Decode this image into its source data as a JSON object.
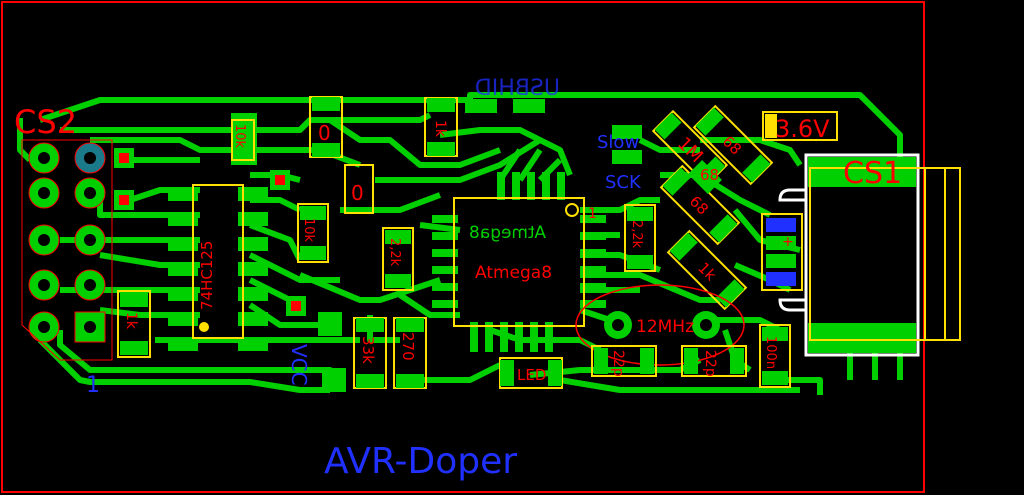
{
  "board": {
    "title": "AVR-Doper",
    "connectors": {
      "left": "CS2",
      "right": "CS1",
      "pin1_marker": "1"
    },
    "voltage_label": "3.6V",
    "jumper_labels": {
      "slow": "Slow",
      "sck": "SCK",
      "usbhid": "USBHID",
      "vcc": "VCC",
      "plus": "+"
    },
    "mcu": {
      "top_label": "Atmega8",
      "bottom_label": "Atmega8",
      "pin1": "1"
    },
    "ic_74hc": "74HC125",
    "crystal": "12MHz",
    "led": "LED",
    "resistors": {
      "r_10k_top": "10k",
      "r_1k_top": "1k",
      "r_0_a": "0",
      "r_0_b": "0",
      "r_10k_mid": "10k",
      "r_2k2_mid": "2,2k",
      "r_1k_left": "1k",
      "r_33k": "33k",
      "r_270": "270",
      "r_2k2_right": "2,2k",
      "r_68_a": "68",
      "r_68_b": "68",
      "r_68_c": "68",
      "r_1M": "1M",
      "r_1k_right": "1k"
    },
    "capacitors": {
      "c_22p_a": "22p",
      "c_22p_b": "22p",
      "c_100n": "100n"
    },
    "colors": {
      "background": "#000000",
      "copper": "#00d000",
      "silkscreen": "#ffe000",
      "label_red": "#ff0000",
      "label_blue": "#2030ff",
      "outline": "#ff0000",
      "shell": "#ffffff"
    }
  }
}
